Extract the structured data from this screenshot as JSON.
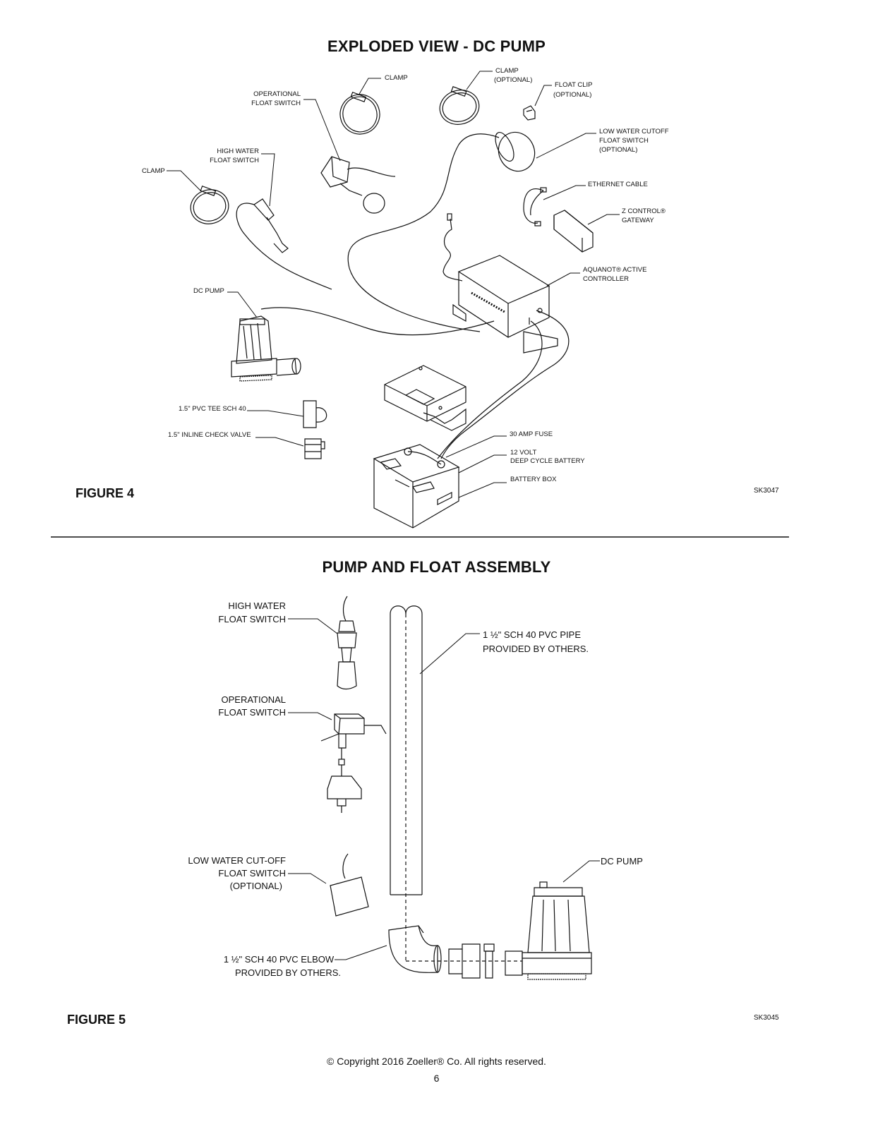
{
  "figure4": {
    "title": "EXPLODED VIEW - DC PUMP",
    "figure_label": "FIGURE 4",
    "code": "SK3047",
    "labels": {
      "clamp_top": "CLAMP",
      "clamp_optional_l1": "CLAMP",
      "clamp_optional_l2": "(OPTIONAL)",
      "float_clip_l1": "FLOAT CLIP",
      "float_clip_l2": "(OPTIONAL)",
      "operational_l1": "OPERATIONAL",
      "operational_l2": "FLOAT SWITCH",
      "high_water_l1": "HIGH WATER",
      "high_water_l2": "FLOAT SWITCH",
      "clamp_left": "CLAMP",
      "low_water_l1": "LOW WATER CUTOFF",
      "low_water_l2": "FLOAT SWITCH",
      "low_water_l3": "(OPTIONAL)",
      "ethernet": "ETHERNET CABLE",
      "zcontrol_l1": "Z CONTROL®",
      "zcontrol_l2": "GATEWAY",
      "aquanot_l1": "AQUANOT® ACTIVE",
      "aquanot_l2": "CONTROLLER",
      "dc_pump": "DC PUMP",
      "pvc_tee": "1.5\" PVC TEE SCH 40",
      "check_valve": "1.5\" INLINE CHECK VALVE",
      "fuse": "30 AMP FUSE",
      "battery_l1": "12 VOLT",
      "battery_l2": "DEEP CYCLE BATTERY",
      "battery_box": "BATTERY BOX"
    }
  },
  "figure5": {
    "title": "PUMP AND FLOAT ASSEMBLY",
    "figure_label": "FIGURE 5",
    "code": "SK3045",
    "labels": {
      "high_water_l1": "HIGH WATER",
      "high_water_l2": "FLOAT SWITCH",
      "operational_l1": "OPERATIONAL",
      "operational_l2": "FLOAT SWITCH",
      "low_water_l1": "LOW WATER CUT-OFF",
      "low_water_l2": "FLOAT SWITCH",
      "low_water_l3": "(OPTIONAL)",
      "pipe_l1": "1 ½\" SCH 40 PVC PIPE",
      "pipe_l2": "PROVIDED BY OTHERS.",
      "dc_pump": "DC PUMP",
      "elbow_l1": "1 ½\" SCH 40 PVC ELBOW",
      "elbow_l2": "PROVIDED BY OTHERS."
    }
  },
  "footer": {
    "copyright": "© Copyright 2016 Zoeller® Co. All rights reserved.",
    "page_number": "6"
  }
}
